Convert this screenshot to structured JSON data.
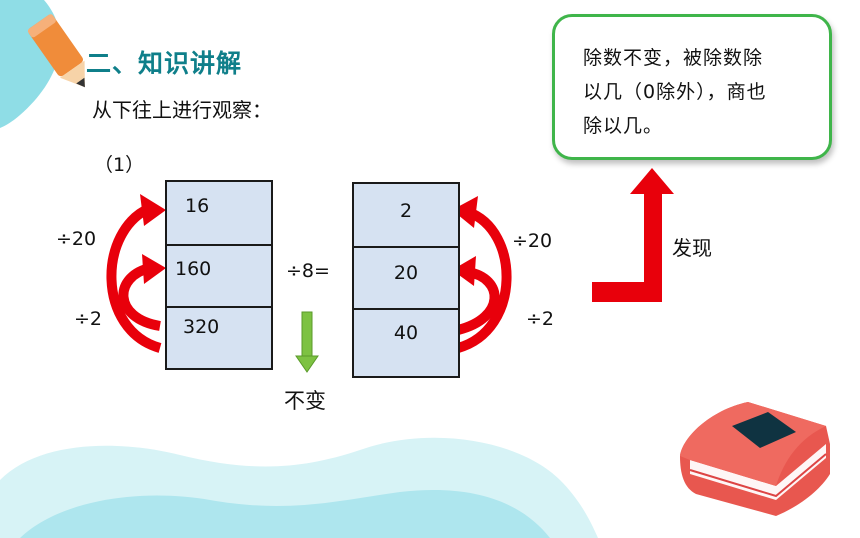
{
  "slide": {
    "title": "二、知识讲解",
    "subtitle": "从下往上进行观察：",
    "part_label": "（1）"
  },
  "left_stack": {
    "values": [
      "16",
      "160",
      "320"
    ],
    "outer_arrow_label": "÷20",
    "inner_arrow_label": "÷2"
  },
  "right_stack": {
    "values": [
      "2",
      "20",
      "40"
    ],
    "outer_arrow_label": "÷20",
    "inner_arrow_label": "÷2"
  },
  "operator": "÷8=",
  "unchanged_label": "不变",
  "discover_label": "发现",
  "conclusion": {
    "line1": "除数不变，被除数除",
    "line2": "以几（0除外），商也",
    "line3": "除以几。"
  },
  "colors": {
    "title": "#0f7f8a",
    "arrow_red": "#e8000b",
    "green_arrow": "#7dc242",
    "note_border": "#3fb54a",
    "stack_fill": "#d6e2f2",
    "wave": "#bfeaf0",
    "book": "#e8574f"
  },
  "icons": [
    "pencil-icon",
    "book-icon"
  ]
}
